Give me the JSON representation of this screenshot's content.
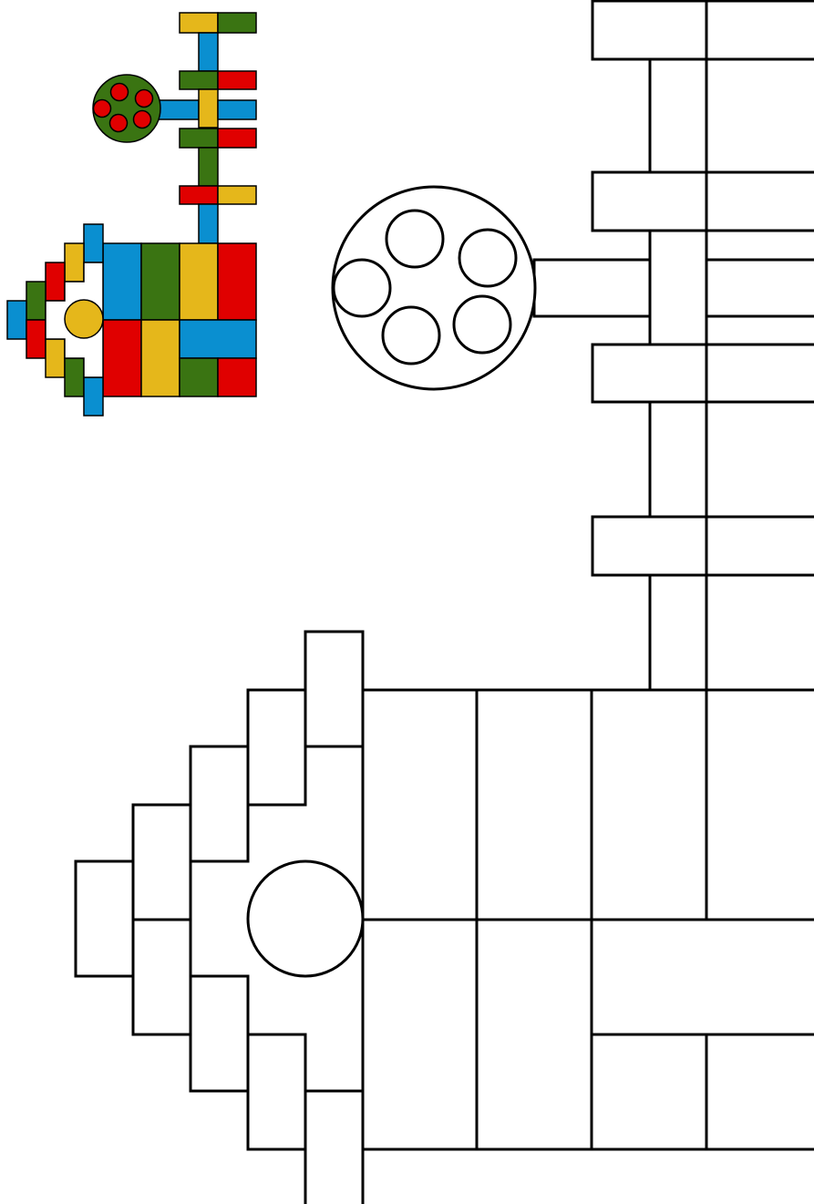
{
  "puzzle": {
    "colors": {
      "blue": "#0a8fd0",
      "green": "#3a7412",
      "yellow": "#e5b71b",
      "red": "#e00000",
      "outline": "#000000",
      "empty": "#ffffff"
    },
    "preview_grid": {
      "width": 6,
      "height": 11,
      "cells": [
        [
          null,
          null,
          null,
          null,
          "yellow",
          "green"
        ],
        [
          null,
          null,
          null,
          null,
          "blue",
          null
        ],
        [
          null,
          null,
          null,
          null,
          "green",
          "red"
        ],
        [
          null,
          null,
          null,
          "blue",
          "yellow",
          "blue"
        ],
        [
          null,
          null,
          null,
          null,
          "green",
          "red"
        ],
        [
          null,
          null,
          null,
          null,
          "green",
          null
        ],
        [
          null,
          null,
          null,
          null,
          "red",
          "yellow"
        ],
        [
          null,
          null,
          null,
          null,
          "blue",
          null
        ],
        [
          null,
          null,
          "blue",
          "green",
          "yellow",
          "red"
        ],
        [
          null,
          null,
          "red",
          "yellow",
          "blue",
          "blue"
        ],
        [
          null,
          null,
          "red",
          "yellow",
          "green",
          "red"
        ]
      ]
    },
    "preview_attachments": [
      {
        "name": "wheel",
        "color": "green",
        "hole_color": "red",
        "holes": 5
      },
      {
        "name": "hub",
        "color": "yellow"
      },
      {
        "name": "stair-left",
        "colors": [
          "blue",
          "yellow",
          "red",
          "green",
          "blue",
          "red",
          "yellow",
          "green",
          "blue"
        ]
      }
    ]
  }
}
